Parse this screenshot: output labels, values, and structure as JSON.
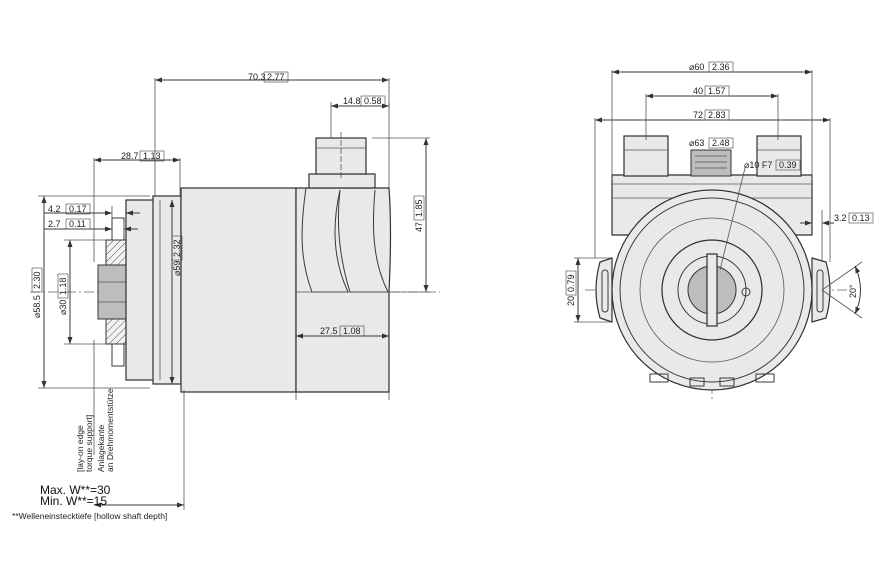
{
  "side_view": {
    "dim_overall_length": "70.3",
    "dim_overall_length_in": "2.77",
    "dim_connector_width": "14.8",
    "dim_connector_width_in": "0.58",
    "dim_shaft_length": "28.7",
    "dim_shaft_length_in": "1.13",
    "dim_edge_1": "4.2",
    "dim_edge_1_in": "0.17",
    "dim_edge_2": "2.7",
    "dim_edge_2_in": "0.11",
    "dim_height_47": "47",
    "dim_height_47_in": "1.85",
    "dim_dia_58_5": "58.5",
    "dim_dia_58_5_in": "2.30",
    "dim_dia_30": "30",
    "dim_dia_30_in": "1.18",
    "dim_dia_59": "59",
    "dim_dia_59_in": "2.32",
    "dim_body_27_5": "27.5",
    "dim_body_27_5_in": "1.08",
    "label_layon_line1": "[lay-on edge",
    "label_layon_line2": "torque support]",
    "label_anlage_line1": "Anlagekante",
    "label_anlage_line2": "an Drehmomentstütze",
    "max_w": "Max. W**=30",
    "min_w": "Min. W**=15",
    "footnote": "**Welleneinstecktiefe [hollow shaft depth]"
  },
  "front_view": {
    "dim_dia_60": "60",
    "dim_dia_60_in": "2.36",
    "dim_40": "40",
    "dim_40_in": "1.57",
    "dim_72": "72",
    "dim_72_in": "2.83",
    "dim_dia_63": "63",
    "dim_dia_63_in": "2.48",
    "dim_bore": "10 F7",
    "dim_bore_in": "0.39",
    "dim_3_2": "3.2",
    "dim_3_2_in": "0.13",
    "dim_20": "20",
    "dim_20_in": "0.79",
    "angle_20": "20°"
  }
}
